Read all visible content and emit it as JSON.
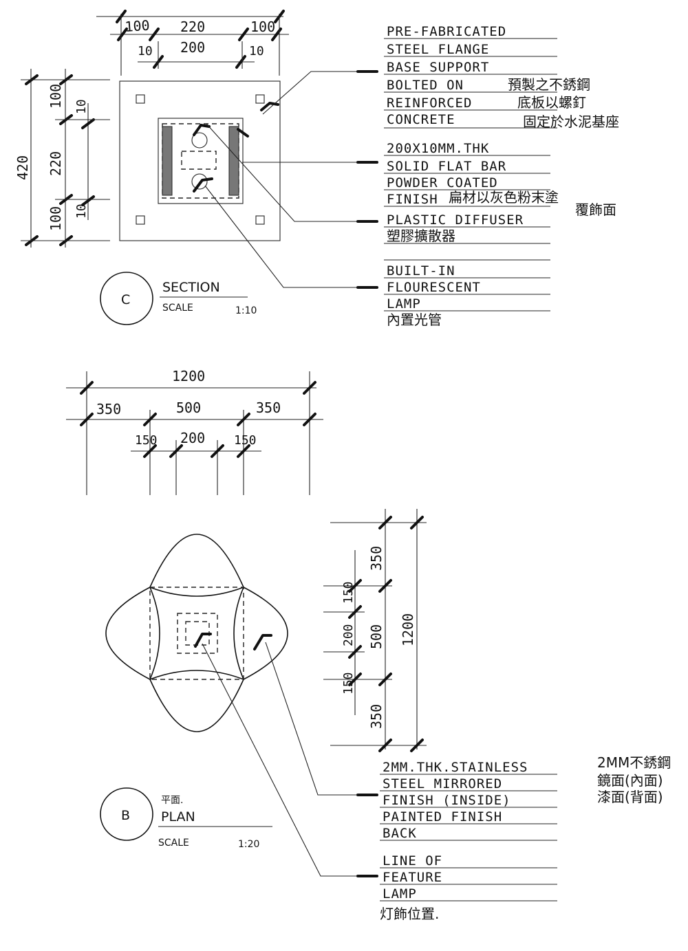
{
  "section": {
    "marker": "C",
    "title": "SECTION",
    "scale_label": "SCALE",
    "scale_value": "1:10",
    "dims": {
      "top_row1": [
        "100",
        "220",
        "100"
      ],
      "top_row2": [
        "10",
        "200",
        "10"
      ],
      "left_total": "420",
      "left_row1": [
        "100",
        "220",
        "100"
      ],
      "left_row2": [
        "10",
        "10"
      ]
    },
    "notes": [
      {
        "lines": [
          "PRE-FABRICATED",
          "STEEL FLANGE",
          "BASE SUPPORT",
          "BOLTED ON",
          "REINFORCED",
          "CONCRETE"
        ],
        "chinese": [
          "預製之不銹鋼",
          "底板以螺釘",
          "固定於水泥基座"
        ]
      },
      {
        "lines": [
          "200X10MM.THK",
          "SOLID FLAT BAR",
          "POWDER COATED",
          "FINISH"
        ],
        "chinese": [
          "扁材以灰色粉末塗",
          "覆飾面"
        ]
      },
      {
        "lines": [
          "PLASTIC DIFFUSER"
        ],
        "chinese": [
          "塑膠擴散器"
        ]
      },
      {
        "lines": [
          "BUILT-IN",
          "FLOURESCENT",
          "LAMP"
        ],
        "chinese": [
          "內置光管"
        ]
      }
    ]
  },
  "plan": {
    "marker": "B",
    "title_cn": "平面.",
    "title": "PLAN",
    "scale_label": "SCALE",
    "scale_value": "1:20",
    "dims": {
      "top_total": "1200",
      "top_row2": [
        "350",
        "500",
        "350"
      ],
      "top_row3": [
        "150",
        "200",
        "150"
      ],
      "right_total": "1200",
      "right_row2": [
        "350",
        "500",
        "350"
      ],
      "right_row3": [
        "150",
        "200",
        "150"
      ]
    },
    "notes": [
      {
        "lines": [
          "2MM.THK.STAINLESS",
          "STEEL MIRRORED",
          "FINISH (INSIDE)",
          "PAINTED FINISH",
          "BACK"
        ],
        "chinese": [
          "2MM不銹鋼",
          "鏡面(內面)",
          "漆面(背面)"
        ]
      },
      {
        "lines": [
          "LINE OF",
          "FEATURE",
          "LAMP"
        ],
        "chinese": [
          "灯飾位置."
        ]
      }
    ]
  }
}
